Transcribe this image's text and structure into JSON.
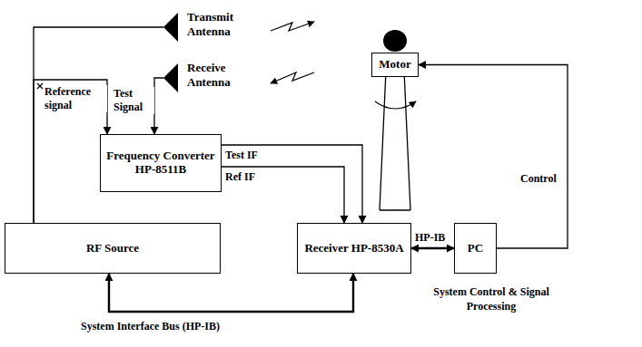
{
  "diagram": {
    "nodes": [
      {
        "text": [
          "Transmit Antenna"
        ]
      },
      {
        "text": [
          "Receive Antenna"
        ]
      },
      {
        "text": [
          "Motor"
        ]
      },
      {
        "text": [
          "Frequency Converter HP-8511B"
        ]
      },
      {
        "text": [
          "RF Source"
        ]
      },
      {
        "text": [
          "Receiver HP-8530A"
        ]
      },
      {
        "text": [
          "PC"
        ]
      }
    ],
    "edges": [
      {
        "from": 4,
        "to": 0,
        "arrow": "none"
      },
      {
        "from": 4,
        "to": 3,
        "label": "Reference signal",
        "arrow": "to"
      },
      {
        "from": 1,
        "to": 3,
        "label": "Test Signal",
        "arrow": "to"
      },
      {
        "from": 3,
        "to": 5,
        "label": "Test IF",
        "arrow": "to"
      },
      {
        "from": 3,
        "to": 5,
        "label": "Ref IF",
        "arrow": "to"
      },
      {
        "from": 5,
        "to": 6,
        "label": "HP-IB",
        "arrow": "both"
      },
      {
        "from": 6,
        "to": 2,
        "label": "Control",
        "arrow": "to"
      },
      {
        "from": 4,
        "to": 5,
        "label": "System Interface Bus (HP-IB)",
        "arrow": "both"
      }
    ],
    "labels": [
      "System Control & Signal Processing"
    ]
  }
}
